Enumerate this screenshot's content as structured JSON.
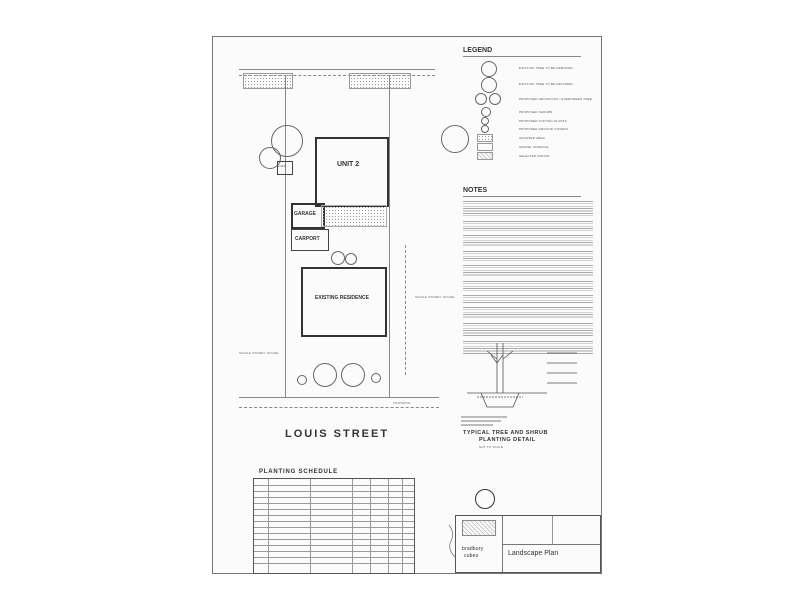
{
  "drawing": {
    "street_name": "LOUIS STREET",
    "unit2_label": "UNIT 2",
    "garage_label": "GARAGE",
    "carport_label": "CARPORT",
    "existing_residence_label": "EXISTING RESIDENCE",
    "side_label_left": "SINGLE STOREY HOUSE",
    "side_label_right": "SINGLE STOREY HOUSE",
    "shed_label": "SHED",
    "footpath_label": "FOOTPATH"
  },
  "legend": {
    "title": "LEGEND",
    "items": [
      "EXISTING TREE TO BE REMOVED",
      "EXISTING TREE TO BE RETAINED",
      "PROPOSED DECIDUOUS / EVERGREEN TREE",
      "PROPOSED SHRUBS",
      "PROPOSED TUFTING PLANTS",
      "PROPOSED GROUND COVERS",
      "GRASSED AREA",
      "GRAVEL SURFACE",
      "SELECTED PAVING"
    ]
  },
  "notes": {
    "title": "NOTES",
    "paragraph_count": 10
  },
  "planting_detail": {
    "title_line1": "TYPICAL TREE AND SHRUB",
    "title_line2": "PLANTING DETAIL",
    "subtitle": "NOT TO SCALE"
  },
  "schedule": {
    "title": "PLANTING SCHEDULE",
    "row_count": 14
  },
  "title_block": {
    "firm_line1": "bradbury",
    "firm_line2": "cubes",
    "drawing_title": "Landscape Plan"
  },
  "colors": {
    "ink": "#333333",
    "paper": "#fbfbfb",
    "hairline": "#888888"
  }
}
